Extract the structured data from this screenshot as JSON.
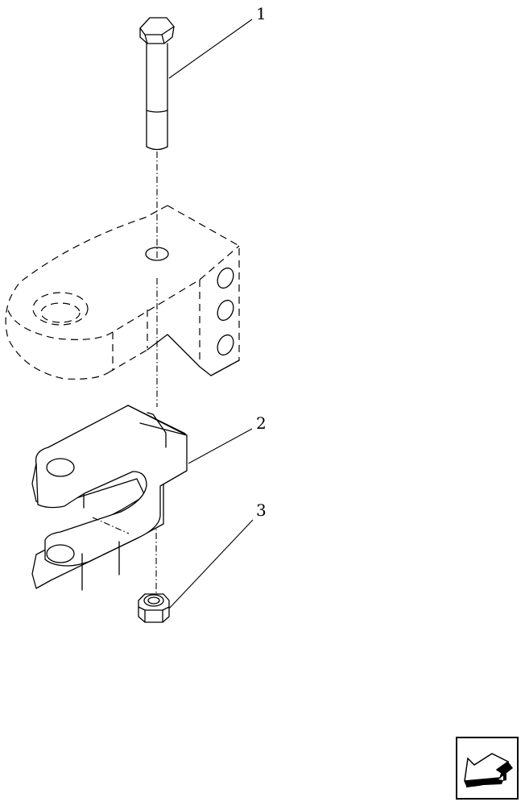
{
  "diagram": {
    "type": "exploded-parts-view",
    "callouts": [
      {
        "id": "1",
        "label": "1",
        "part": "hex bolt"
      },
      {
        "id": "2",
        "label": "2",
        "part": "clevis / yoke"
      },
      {
        "id": "3",
        "label": "3",
        "part": "hex lock nut"
      }
    ],
    "reference_part": "drawbar bracket (hidden lines)"
  },
  "navigation": {
    "back_icon": "back-arrow-icon"
  }
}
